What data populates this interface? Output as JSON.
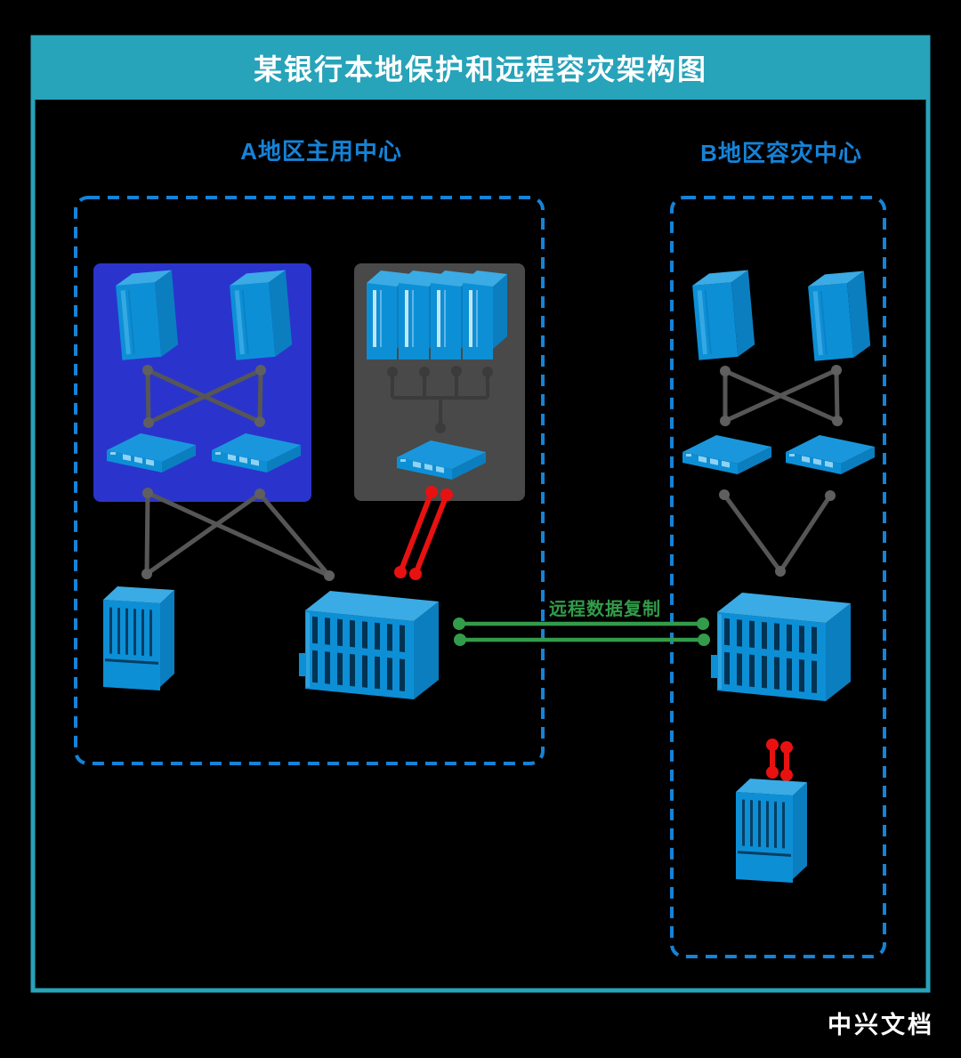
{
  "page": {
    "title": "某银行本地保护和远程容灾架构图",
    "footer_brand": "中兴文档"
  },
  "regions": {
    "primary": {
      "label": "A地区主用中心"
    },
    "recovery": {
      "label": "B地区容灾中心"
    }
  },
  "connections": {
    "replication_label": "远程数据复制"
  },
  "colors": {
    "background": "#000000",
    "frame_teal": "#27a3ba",
    "title_text": "#ffffff",
    "region_label_blue": "#1583d8",
    "dashed_border_blue": "#1583d8",
    "device_blue": "#0d8fd6",
    "device_blue_light": "#3aabe4",
    "device_blue_dark": "#0b7ec0",
    "highlight_box_blue": "#2a34cc",
    "cluster_box_gray": "#494949",
    "link_gray": "#565656",
    "link_red": "#e81111",
    "link_green": "#339c4a"
  }
}
